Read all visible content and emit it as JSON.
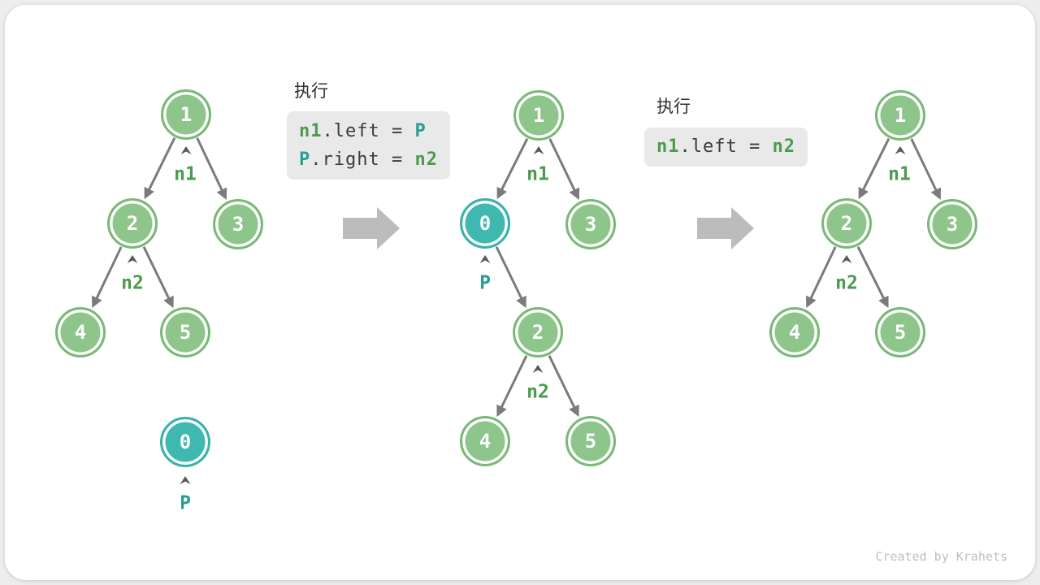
{
  "colors": {
    "node_green": "#8dc58b",
    "node_green_border": "#79b977",
    "node_teal": "#3fb9b0",
    "node_teal_border": "#38b2a9",
    "label_green": "#4c9b4e",
    "label_teal": "#2a9d93",
    "edge_gray": "#7b7b7b",
    "caret_gray": "#595959",
    "code_bg": "#e9e9e9",
    "code_text": "#3b3b3b",
    "block_arrow_gray": "#bcbcbc",
    "watermark_gray": "#c0c0c0"
  },
  "step1": {
    "title": "执行",
    "lines": [
      [
        "n1",
        ".left = ",
        "P"
      ],
      [
        "P",
        ".right = ",
        "n2"
      ]
    ]
  },
  "step2": {
    "title": "执行",
    "lines": [
      [
        "n1",
        ".left = ",
        "n2"
      ]
    ]
  },
  "tree1": {
    "nodes": {
      "n1": "1",
      "n2": "2",
      "n3": "3",
      "n4": "4",
      "n5": "5",
      "n0": "0"
    },
    "labels": {
      "n1": "n1",
      "n2": "n2",
      "p": "P"
    }
  },
  "tree2": {
    "nodes": {
      "n1": "1",
      "n0": "0",
      "n3": "3",
      "n2": "2",
      "n4": "4",
      "n5": "5"
    },
    "labels": {
      "n1": "n1",
      "p": "P",
      "n2": "n2"
    }
  },
  "tree3": {
    "nodes": {
      "n1": "1",
      "n2": "2",
      "n3": "3",
      "n4": "4",
      "n5": "5"
    },
    "labels": {
      "n1": "n1",
      "n2": "n2"
    }
  },
  "watermark": "Created by Krahets"
}
